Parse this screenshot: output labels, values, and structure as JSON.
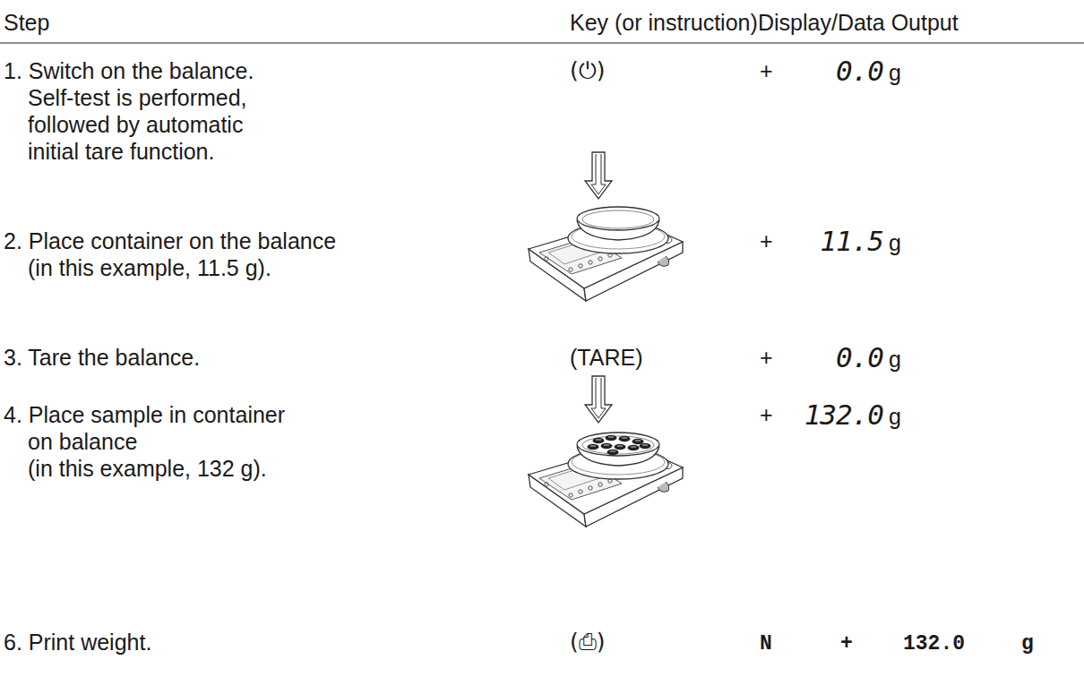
{
  "diagram": {
    "labels": [
      "Step",
      "Key (or instruction)",
      "Display/Data Output",
      "1. Switch on the balance. Self-test is performed, followed by automatic initial tare function.",
      "(⏻)",
      "+",
      "0.0",
      "g",
      "2. Place container on the balance (in this example, 11.5 g).",
      "+",
      "11.5",
      "g",
      "3. Tare the balance.",
      "(TARE)",
      "+",
      "0.0",
      "g",
      "4. Place sample in container on balance (in this example, 132 g).",
      "+",
      "132.0",
      "g",
      "6. Print weight.",
      "(⎙)",
      "N",
      "+",
      "132.0",
      "g"
    ]
  }
}
